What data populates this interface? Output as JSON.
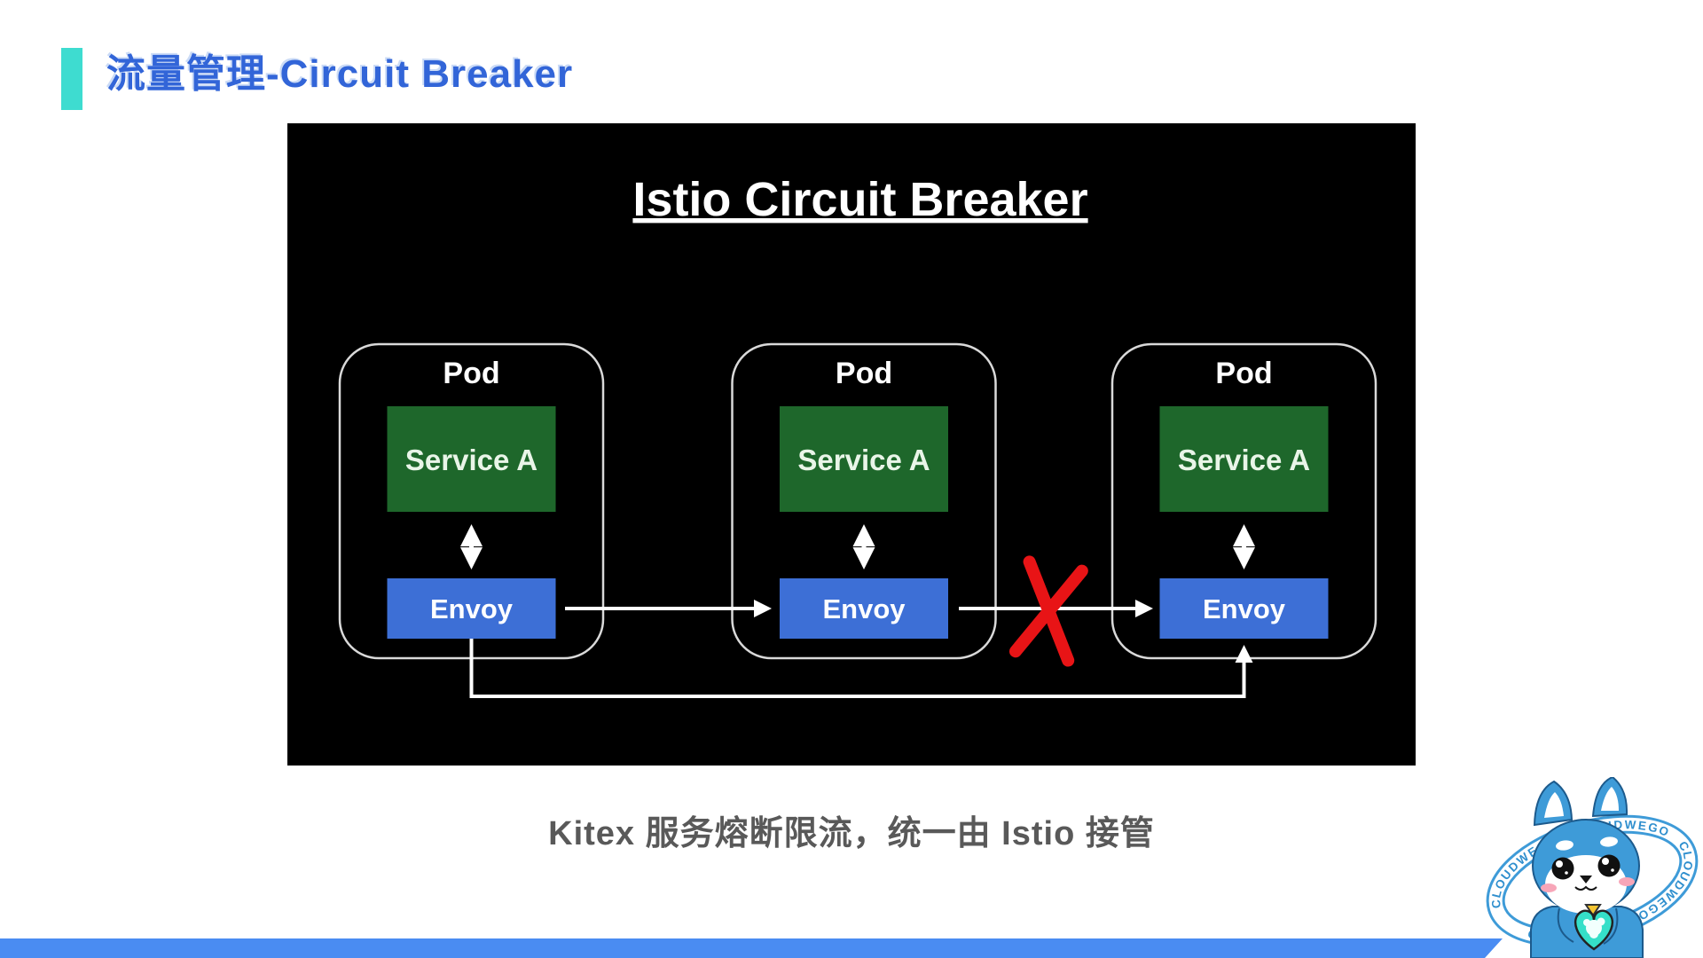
{
  "slide": {
    "title": "流量管理-Circuit Breaker",
    "caption": "Kitex 服务熔断限流，统一由 Istio 接管"
  },
  "diagram": {
    "title": "Istio Circuit Breaker",
    "pods": [
      {
        "label": "Pod",
        "service": "Service A",
        "proxy": "Envoy"
      },
      {
        "label": "Pod",
        "service": "Service A",
        "proxy": "Envoy"
      },
      {
        "label": "Pod",
        "service": "Service A",
        "proxy": "Envoy"
      }
    ],
    "flow": "Envoy to Envoy requests, circuit broken between Pod 2 and Pod 3"
  },
  "mascot": {
    "name": "CloudWeGo mascot",
    "ring_text": "CLOUDWEGO   CLOUDWEGO   CLOUDWEGO   CLOUDWEGO"
  },
  "colors": {
    "accent_teal": "#3EDCD0",
    "title_blue": "#3265D8",
    "panel_background": "#000000",
    "service_green": "#1E672B",
    "envoy_blue": "#3D6FD6",
    "diagram_line": "#FFFFFF",
    "pod_border": "#D9D9D9",
    "break_red": "#E81416",
    "caption_gray": "#595959",
    "footer_blue": "#4A8CF2",
    "mascot_blue": "#3E9BD8",
    "heart_teal": "#35DFC8"
  }
}
